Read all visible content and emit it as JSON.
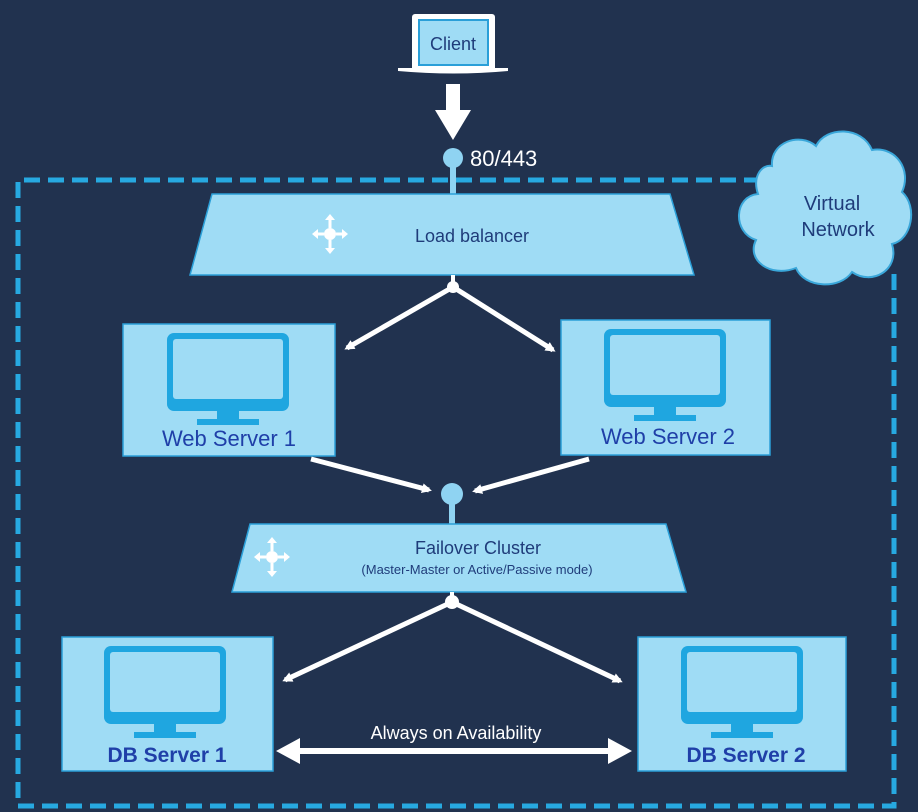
{
  "client": {
    "label": "Client"
  },
  "port": {
    "label": "80/443"
  },
  "network": {
    "line1": "Virtual",
    "line2": "Network"
  },
  "load_balancer": {
    "label": "Load balancer"
  },
  "web_servers": [
    {
      "label": "Web Server 1"
    },
    {
      "label": "Web Server 2"
    }
  ],
  "failover": {
    "label": "Failover Cluster",
    "sublabel": "(Master-Master or Active/Passive mode)"
  },
  "db_servers": [
    {
      "label": "DB Server 1"
    },
    {
      "label": "DB Server 2"
    }
  ],
  "replication": {
    "label": "Always on Availability"
  },
  "colors": {
    "background": "#21324f",
    "box_fill": "#9fdcf5",
    "box_border": "#2a9fd8",
    "dashed_border": "#27a9e1",
    "node": "#8fd3f2",
    "arrow": "#ffffff",
    "db_label": "#1f3fa8"
  }
}
